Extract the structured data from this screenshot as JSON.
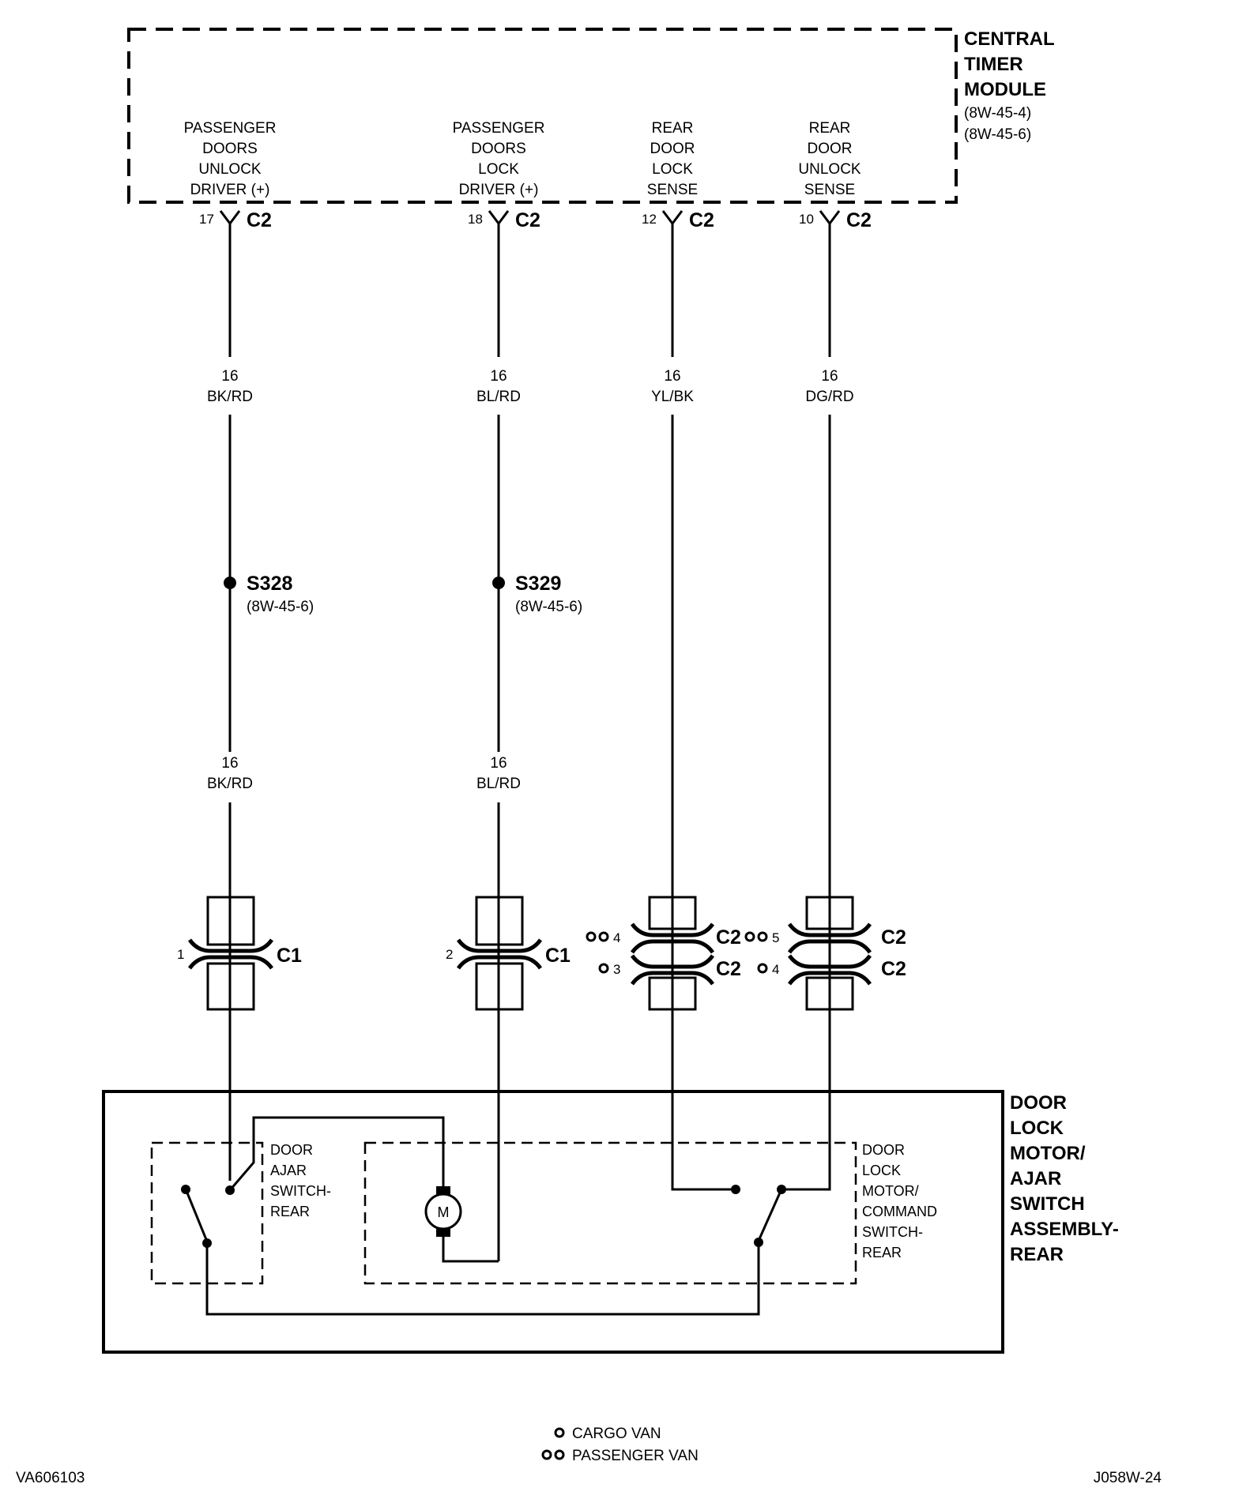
{
  "central_timer_module": {
    "title": [
      "CENTRAL",
      "TIMER",
      "MODULE"
    ],
    "refs": [
      "(8W-45-4)",
      "(8W-45-6)"
    ],
    "pins": [
      {
        "label": [
          "PASSENGER",
          "DOORS",
          "UNLOCK",
          "DRIVER (+)"
        ],
        "pin": "17",
        "connector": "C2"
      },
      {
        "label": [
          "PASSENGER",
          "DOORS",
          "LOCK",
          "DRIVER (+)"
        ],
        "pin": "18",
        "connector": "C2"
      },
      {
        "label": [
          "REAR",
          "DOOR",
          "LOCK",
          "SENSE"
        ],
        "pin": "12",
        "connector": "C2"
      },
      {
        "label": [
          "REAR",
          "DOOR",
          "UNLOCK",
          "SENSE"
        ],
        "pin": "10",
        "connector": "C2"
      }
    ]
  },
  "wires_upper": [
    {
      "gauge": "16",
      "color": "BK/RD"
    },
    {
      "gauge": "16",
      "color": "BL/RD"
    },
    {
      "gauge": "16",
      "color": "YL/BK"
    },
    {
      "gauge": "16",
      "color": "DG/RD"
    }
  ],
  "splices": [
    {
      "name": "S328",
      "ref": "(8W-45-6)"
    },
    {
      "name": "S329",
      "ref": "(8W-45-6)"
    }
  ],
  "wires_lower": [
    {
      "gauge": "16",
      "color": "BK/RD"
    },
    {
      "gauge": "16",
      "color": "BL/RD"
    }
  ],
  "inline_connectors": [
    {
      "pin": "1",
      "name": "C1"
    },
    {
      "pin": "2",
      "name": "C1"
    },
    {
      "upper_pin": "4",
      "upper_name": "C2",
      "lower_pin": "3",
      "lower_name": "C2"
    },
    {
      "upper_pin": "5",
      "upper_name": "C2",
      "lower_pin": "4",
      "lower_name": "C2"
    }
  ],
  "assembly": {
    "title": [
      "DOOR",
      "LOCK",
      "MOTOR/",
      "AJAR",
      "SWITCH",
      "ASSEMBLY-",
      "REAR"
    ],
    "ajar_switch_label": [
      "DOOR",
      "AJAR",
      "SWITCH-",
      "REAR"
    ],
    "motor_switch_label": [
      "DOOR",
      "LOCK",
      "MOTOR/",
      "COMMAND",
      "SWITCH-",
      "REAR"
    ],
    "motor_symbol": "M"
  },
  "legend": {
    "cargo_van": "CARGO VAN",
    "passenger_van": "PASSENGER VAN"
  },
  "footer": {
    "left_code": "VA606103",
    "right_code": "J058W-24"
  }
}
